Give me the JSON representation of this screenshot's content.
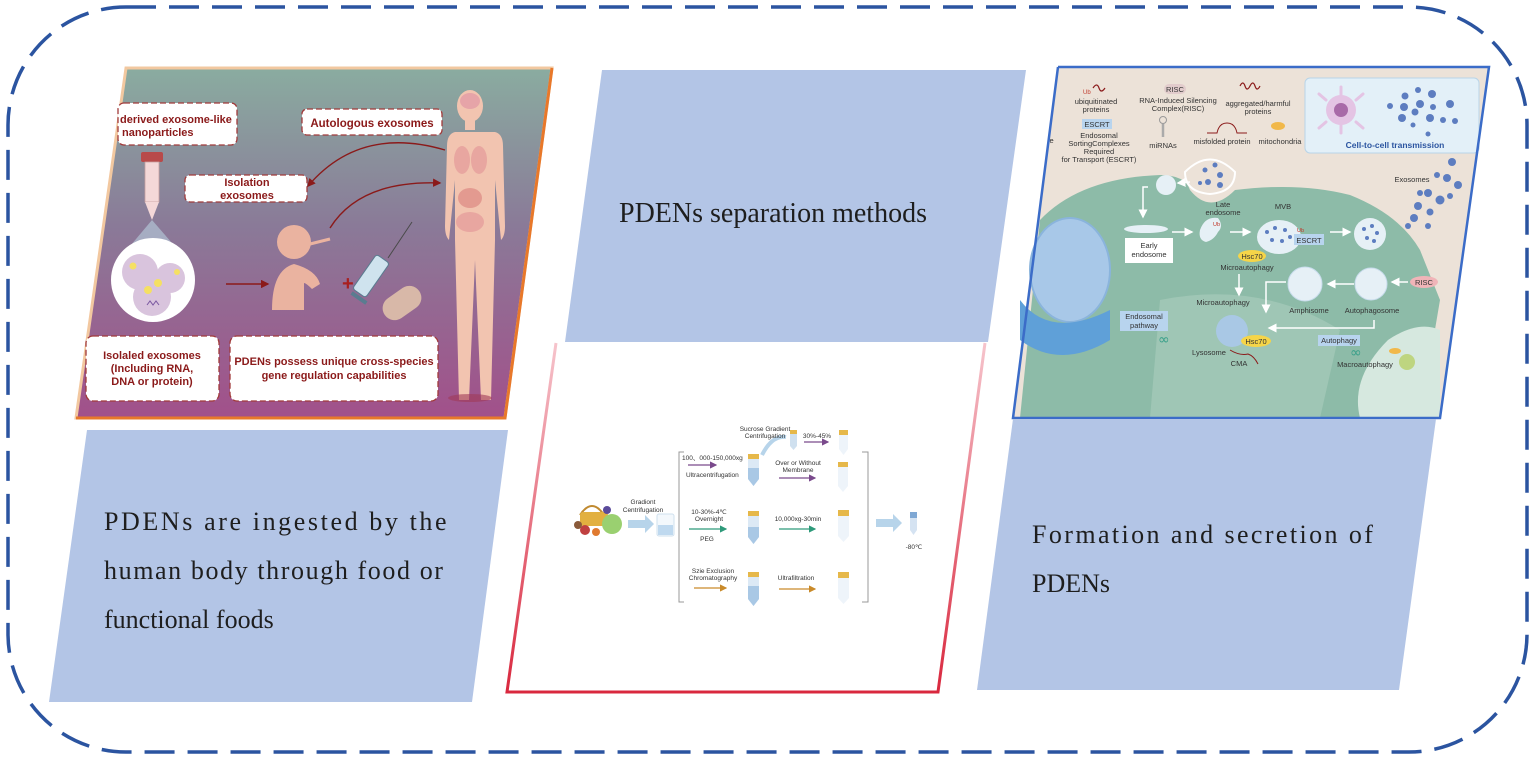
{
  "figure": {
    "frame_color": "#2b54a0",
    "caption_fill": "#b3c5e6",
    "panels": [
      {
        "id": "ingestion",
        "caption_lines": [
          "PDENs are ingested by the",
          "human body through food or",
          "functional foods"
        ],
        "border_color": "#e8782a",
        "labels": {
          "derived": [
            "derived exosome-like",
            "nanoparticles"
          ],
          "autologous": "Autologous exosomes",
          "isolation": [
            "Isolation",
            "exosomes"
          ],
          "isolated": [
            "Isolaled exosomes",
            "(Including RNA,",
            "DNA or protein)"
          ],
          "possess": [
            "PDENs possess unique cross-species",
            "gene regulation capabilities"
          ],
          "plus": "+"
        }
      },
      {
        "id": "separation",
        "caption": "PDENs separation methods",
        "border_color": "#d9283e",
        "labels": {
          "gradient": [
            "Gradiont",
            "Centrifugation"
          ],
          "sucrose": [
            "Sucrose Gradient",
            "Centrifugation"
          ],
          "pct": "30%-45%",
          "ultra_speed": "100、000-150,000xg",
          "ultra": "Ultracentrifugation",
          "membrane": [
            "Over or Without",
            "Membrane"
          ],
          "peg_cond": [
            "10-30%-4℃",
            "Overnight"
          ],
          "peg": "PEG",
          "spin": "10,000xg-30min",
          "sec": [
            "Szie Exclusion",
            "Chromatography"
          ],
          "uf": "Ultrafiltration",
          "store": "-80℃"
        },
        "arrow_colors": {
          "ultra": "#7a4a8c",
          "peg": "#2e9a7a",
          "sec": "#c98a2a"
        }
      },
      {
        "id": "formation",
        "caption_lines": [
          "Formation and secretion of",
          "PDENs"
        ],
        "border_color": "#2b54a0",
        "legend": {
          "ub_proteins": [
            "ubiquitinated",
            "proteins"
          ],
          "risc_tag": "RISC",
          "risc": [
            "RNA-Induced Silencing",
            "Complex(RISC)"
          ],
          "aggregated": [
            "aggregated/harmful",
            "proteins"
          ],
          "escrt_tag": "ESCRT",
          "escrt": [
            "Endosomal",
            "SortingComplexes",
            "Required",
            "for Transport (ESCRT)"
          ],
          "mirna": "miRNAs",
          "misfolded": "misfolded protein",
          "mito": "mitochondria",
          "cut": "re",
          "transmission": "Cell-to-cell transmission"
        },
        "cell": {
          "exosomes": "Exosomes",
          "late": [
            "Late",
            "endosome"
          ],
          "mvb": "MVB",
          "ub": "Ub",
          "escrt": "ESCRT",
          "early": [
            "Early",
            "endosome"
          ],
          "hsc70": "Hsc70",
          "microauto": "Microautophagy",
          "microauto2": "Microautophagy",
          "risc": "RISC",
          "amphisome": "Amphisome",
          "autophagosome": "Autophagosome",
          "endosomal": [
            "Endosomal",
            "pathway"
          ],
          "lysosome": "Lysosome",
          "cma": "CMA",
          "autophagy": "Autophagy",
          "macro": "Macroautophagy"
        }
      }
    ]
  }
}
